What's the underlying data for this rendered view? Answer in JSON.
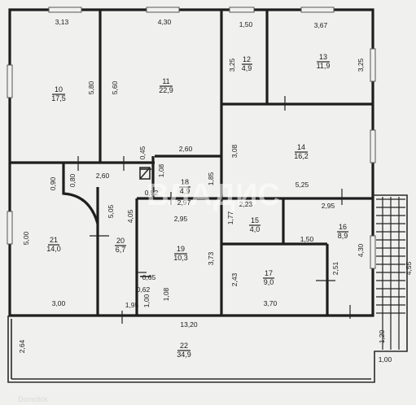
{
  "rooms": [
    {
      "id": "10",
      "area": "17,5"
    },
    {
      "id": "11",
      "area": "22,9"
    },
    {
      "id": "12",
      "area": "4,9"
    },
    {
      "id": "13",
      "area": "11,9"
    },
    {
      "id": "14",
      "area": "16,2"
    },
    {
      "id": "15",
      "area": "4,0"
    },
    {
      "id": "16",
      "area": "8,9"
    },
    {
      "id": "17",
      "area": "9,0"
    },
    {
      "id": "18",
      "area": "4,9"
    },
    {
      "id": "19",
      "area": "10,3"
    },
    {
      "id": "20",
      "area": "6,7"
    },
    {
      "id": "21",
      "area": "14,0"
    },
    {
      "id": "22",
      "area": "34,9"
    }
  ],
  "dimensions": [
    "3,13",
    "4,30",
    "1,50",
    "3,67",
    "5,80",
    "5,60",
    "3,25",
    "3,25",
    "2,60",
    "0,45",
    "3,08",
    "1,08",
    "1,85",
    "0,90",
    "0,80",
    "2,60",
    "5,25",
    "0,52",
    "2,97",
    "2,23",
    "2,95",
    "5,00",
    "5,05",
    "4,05",
    "1,77",
    "2,95",
    "3,73",
    "1,50",
    "4,30",
    "4,55",
    "0,65",
    "2,43",
    "2,51",
    "0,62",
    "1,00",
    "1,08",
    "3,00",
    "1,95",
    "3,70",
    "13,20",
    "2,64",
    "1,20",
    "1,00"
  ],
  "watermark": "ВЛАДИС",
  "corner_brand": "Domclick"
}
